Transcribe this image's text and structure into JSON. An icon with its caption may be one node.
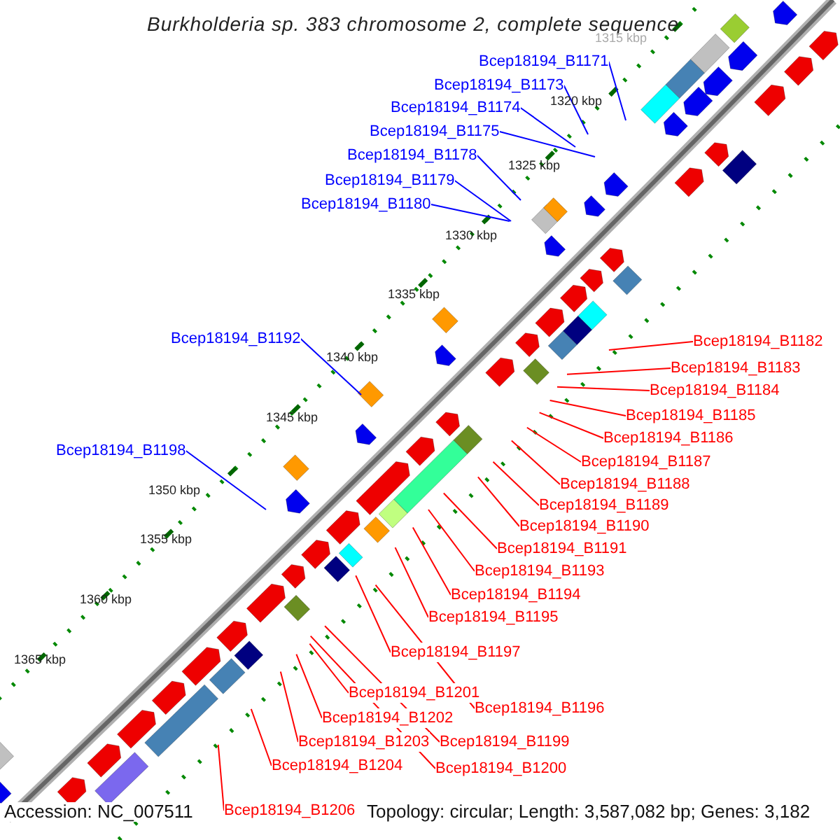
{
  "diagram": {
    "title": "Burkholderia sp. 383 chromosome 2, complete sequence",
    "nodes": [
      {
        "text": [
          "Bcep18194_B1171"
        ]
      },
      {
        "text": [
          "Bcep18194_B1173"
        ]
      },
      {
        "text": [
          "Bcep18194_B1174"
        ]
      },
      {
        "text": [
          "Bcep18194_B1175"
        ]
      },
      {
        "text": [
          "Bcep18194_B1178"
        ]
      },
      {
        "text": [
          "Bcep18194_B1179"
        ]
      },
      {
        "text": [
          "Bcep18194_B1180"
        ]
      },
      {
        "text": [
          "Bcep18194_B1192"
        ]
      },
      {
        "text": [
          "Bcep18194_B1182"
        ]
      },
      {
        "text": [
          "Bcep18194_B1183"
        ]
      },
      {
        "text": [
          "Bcep18194_B1184"
        ]
      },
      {
        "text": [
          "Bcep18194_B1185"
        ]
      },
      {
        "text": [
          "Bcep18194_B1186"
        ]
      },
      {
        "text": [
          "Bcep18194_B1198"
        ]
      },
      {
        "text": [
          "Bcep18194_B1187"
        ]
      },
      {
        "text": [
          "Bcep18194_B1188"
        ]
      },
      {
        "text": [
          "Bcep18194_B1189"
        ]
      },
      {
        "text": [
          "Bcep18194_B1190"
        ]
      },
      {
        "text": [
          "Bcep18194_B1191"
        ]
      },
      {
        "text": [
          "Bcep18194_B1193"
        ]
      },
      {
        "text": [
          "Bcep18194_B1194"
        ]
      },
      {
        "text": [
          "Bcep18194_B1195"
        ]
      },
      {
        "text": [
          "Bcep18194_B1197"
        ]
      },
      {
        "text": [
          "Bcep18194_B1201"
        ]
      },
      {
        "text": [
          "Bcep18194_B1196"
        ]
      },
      {
        "text": [
          "Bcep18194_B1202"
        ]
      },
      {
        "text": [
          "Bcep18194_B1203"
        ]
      },
      {
        "text": [
          "Bcep18194_B1199"
        ]
      },
      {
        "text": [
          "Bcep18194_B1204"
        ]
      },
      {
        "text": [
          "Bcep18194_B1200"
        ]
      },
      {
        "text": [
          "Bcep18194_B1206"
        ]
      }
    ],
    "edges": [
      {
        "from": 0,
        "to": null,
        "arrow": "none",
        "color": "#0000ff"
      },
      {
        "from": 1,
        "to": null,
        "arrow": "none",
        "color": "#0000ff"
      },
      {
        "from": 2,
        "to": null,
        "arrow": "none",
        "color": "#0000ff"
      },
      {
        "from": 3,
        "to": null,
        "arrow": "none",
        "color": "#0000ff"
      },
      {
        "from": 4,
        "to": null,
        "arrow": "none",
        "color": "#0000ff"
      },
      {
        "from": 5,
        "to": null,
        "arrow": "none",
        "color": "#0000ff"
      },
      {
        "from": 6,
        "to": null,
        "arrow": "none",
        "color": "#0000ff"
      },
      {
        "from": 7,
        "to": null,
        "arrow": "none",
        "color": "#0000ff"
      },
      {
        "from": 8,
        "to": null,
        "arrow": "none"
      },
      {
        "from": 9,
        "to": null,
        "arrow": "none"
      },
      {
        "from": 10,
        "to": null,
        "arrow": "none"
      },
      {
        "from": 11,
        "to": null,
        "arrow": "none"
      },
      {
        "from": 12,
        "to": null,
        "arrow": "none"
      },
      {
        "from": 13,
        "to": null,
        "arrow": "none",
        "color": "#0000ff"
      },
      {
        "from": 14,
        "to": null,
        "arrow": "none"
      },
      {
        "from": 15,
        "to": null,
        "arrow": "none"
      },
      {
        "from": 16,
        "to": null,
        "arrow": "none"
      },
      {
        "from": 17,
        "to": null,
        "arrow": "none"
      },
      {
        "from": 18,
        "to": null,
        "arrow": "none"
      },
      {
        "from": 19,
        "to": null,
        "arrow": "none"
      },
      {
        "from": 20,
        "to": null,
        "arrow": "none"
      },
      {
        "from": 21,
        "to": null,
        "arrow": "none"
      },
      {
        "from": 22,
        "to": null,
        "arrow": "none"
      },
      {
        "from": 23,
        "to": null,
        "arrow": "none"
      },
      {
        "from": 24,
        "to": null,
        "arrow": "none"
      },
      {
        "from": 25,
        "to": null,
        "arrow": "none"
      },
      {
        "from": 26,
        "to": null,
        "arrow": "none"
      },
      {
        "from": 27,
        "to": null,
        "arrow": "none"
      },
      {
        "from": 28,
        "to": null,
        "arrow": "none"
      },
      {
        "from": 29,
        "to": null,
        "arrow": "none"
      },
      {
        "from": 30,
        "to": null,
        "arrow": "none"
      }
    ],
    "labels": [
      "1315 kbp",
      "1320 kbp",
      "1325 kbp",
      "1330 kbp",
      "1335 kbp",
      "1340 kbp",
      "1345 kbp",
      "1350 kbp",
      "1355 kbp",
      "1360 kbp",
      "1365 kbp",
      "Accession: NC_007511",
      "Topology: circular; Length: 3,587,082 bp; Genes: 3,182"
    ]
  }
}
